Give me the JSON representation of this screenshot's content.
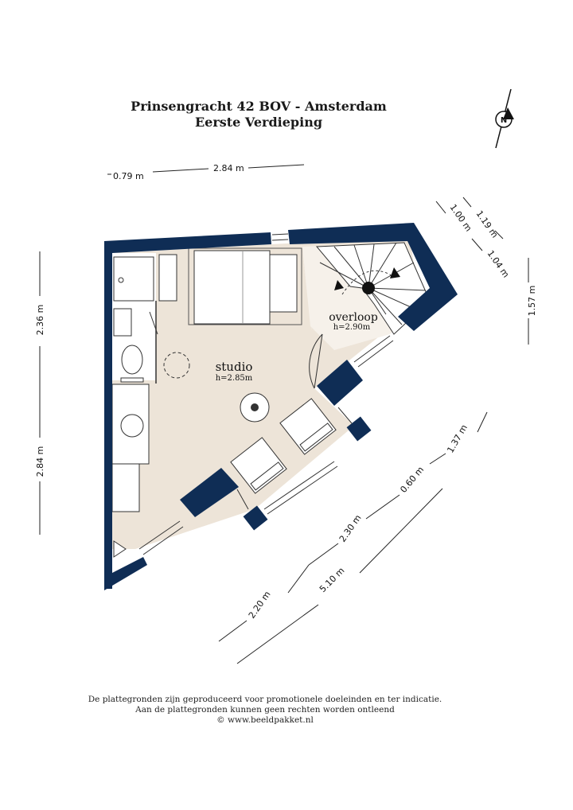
{
  "header": {
    "title_line1": "Prinsengracht 42 BOV  - Amsterdam",
    "title_line2": "Eerste Verdieping"
  },
  "compass": {
    "label": "N"
  },
  "rooms": [
    {
      "name": "studio",
      "height": "h=2.85m"
    },
    {
      "name": "overloop",
      "height": "h=2.90m"
    }
  ],
  "dimensions": {
    "top_a": "0.79 m",
    "top_b": "2.84 m",
    "left_upper": "2.36 m",
    "left_lower": "2.84 m",
    "stair_a": "1.19 m",
    "stair_b": "1.00 m",
    "stair_c": "1.04 m",
    "right_upper": "1.57 m",
    "diag_a": "1.37 m",
    "diag_b": "0.60 m",
    "diag_c": "2.30 m",
    "diag_d": "2.20 m",
    "diag_total": "5.10 m"
  },
  "footer": {
    "line1": "De plattegronden zijn geproduceerd voor promotionele doeleinden en ter indicatie.",
    "line2": "Aan de plattegronden kunnen geen rechten worden ontleend",
    "line3": "© www.beeldpakket.nl"
  },
  "colors": {
    "wall": "#0f2d55",
    "floor": "#ede4d8",
    "outline": "#333333"
  }
}
